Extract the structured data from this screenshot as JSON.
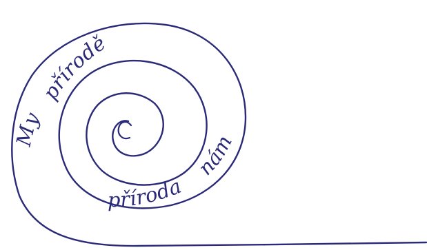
{
  "labels": {
    "outer_text_1": "My",
    "outer_text_2": "přírodě",
    "inner_text_1": "příroda",
    "inner_text_2": "nám"
  },
  "colors": {
    "ink": "#2b2a78",
    "background": "#ffffff"
  }
}
